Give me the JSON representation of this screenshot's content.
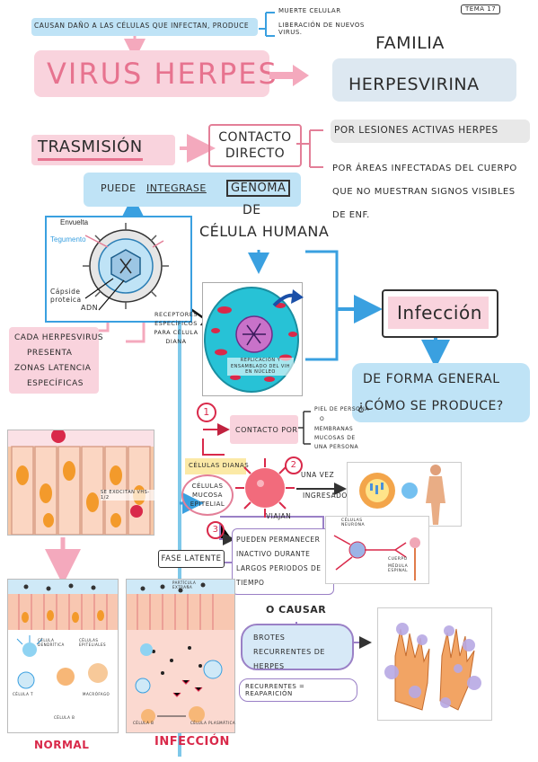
{
  "page_tag": "Tema 17",
  "causan": {
    "lead": "Causan daño a las células que infectan, produce",
    "effect_1": "Muerte celular",
    "effect_2": "Liberación de nuevos virus."
  },
  "title": "Virus Herpes",
  "family": {
    "line1": "Familia",
    "line2": "Herpesvirina"
  },
  "transmision": "Trasmisión",
  "contacto_directo": "Contacto directo",
  "lesiones": "Por lesiones activas herpes",
  "areas": "Por áreas infectadas del cuerpo que no muestran signos visibles de enf.",
  "integrar": {
    "prefix": "Puede",
    "underlined": "integrase",
    "genoma": "genoma",
    "de": "de",
    "celula": "célula humana"
  },
  "virion_labels": {
    "envuelta": "Envuelta",
    "tegumento": "Tegumento",
    "capside": "Cápside proteica",
    "adn": "ADN"
  },
  "cada_herpesvirus": {
    "line1": "Cada herpesvirus",
    "line2": "presenta",
    "line3": "zonas latencia",
    "line4": "específicas"
  },
  "receptores": "Receptores específicos para célula diana",
  "cell_caption": "Replicación y ensamblado del VIH en núcleo",
  "infeccion_box": "Infección",
  "forma_general": {
    "line1": "De forma general",
    "line2": "¿Cómo se produce?"
  },
  "step1": {
    "number": "1",
    "contacto": "Contacto por",
    "piel": "Piel de persona",
    "o": "o",
    "membranas": "Membranas mucosas de una persona"
  },
  "celulas_dianas": "Células dianas",
  "celulas_mucosa": "Células mucosa epitelial",
  "step2": {
    "number": "2",
    "una_vez": "Una vez",
    "ingresado": "ingresado"
  },
  "viajan": "Viajan",
  "step3": {
    "number": "3"
  },
  "fase_latente": "Fase latente",
  "permanecer": "Pueden permanecer inactivo durante largos periodos de tiempo",
  "o_causar": "O causar",
  "brotes": "Brotes recurrentes de herpes",
  "recurrentes": "Recurrentes = reaparición",
  "epithelium_label": "Se exocitan VHS-1/2",
  "neuron_labels": {
    "celulas_neuronas": "Células neurona",
    "cuerpo": "Cuerpo",
    "medula": "Médula espinal"
  },
  "tissue_labels": {
    "dendritica": "Célula dendrítica",
    "epiteliales": "Células epiteliales",
    "celula_t": "Célula T",
    "macrofago": "Macrófago",
    "celula_b": "Célula B",
    "particula": "Partícula extraña",
    "celula_b2": "Célula B",
    "plasmatica": "Célula plasmática"
  },
  "normal": "Normal",
  "infeccion_bottom": "Infección",
  "colors": {
    "pink": "#f4a9bd",
    "pink_light": "#f9d3dd",
    "blue": "#3aa0e0",
    "blue_light": "#bfe3f6",
    "red": "#d9294a",
    "orange": "#f3a54a",
    "purple": "#9a80c6"
  }
}
